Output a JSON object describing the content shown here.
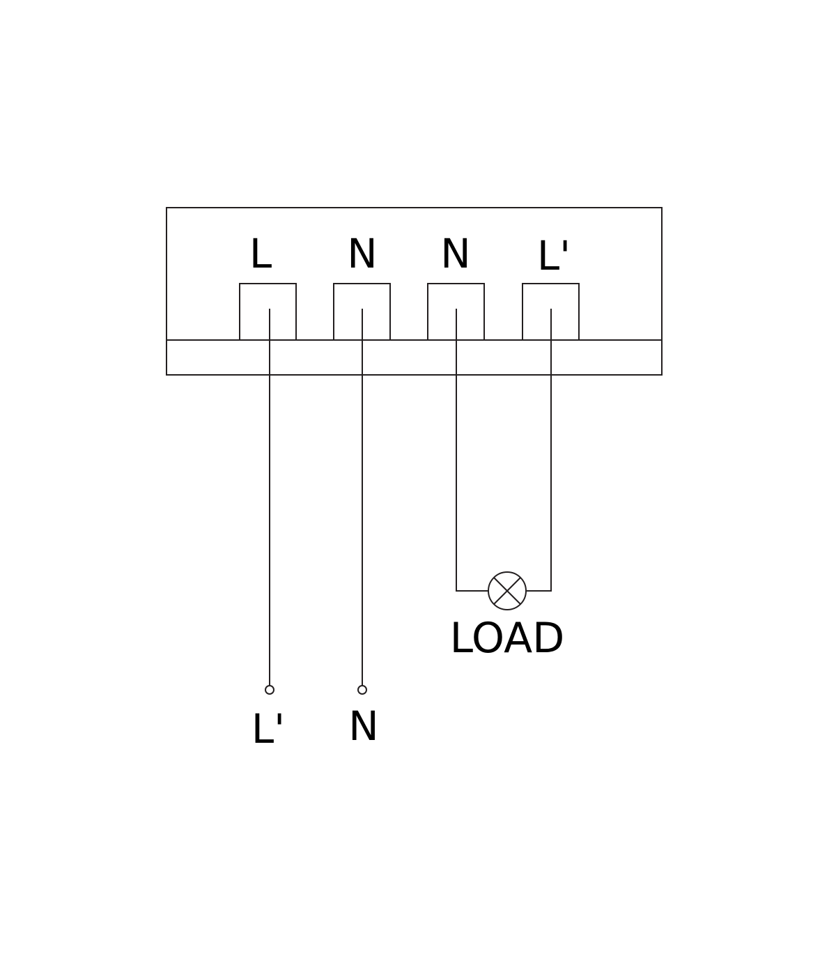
{
  "terminal_block": {
    "terminals": [
      {
        "label": "L"
      },
      {
        "label": "N"
      },
      {
        "label": "N"
      },
      {
        "label": "L'"
      }
    ]
  },
  "load": {
    "label": "LOAD"
  },
  "supply": {
    "line_label": "L'",
    "neutral_label": "N"
  }
}
